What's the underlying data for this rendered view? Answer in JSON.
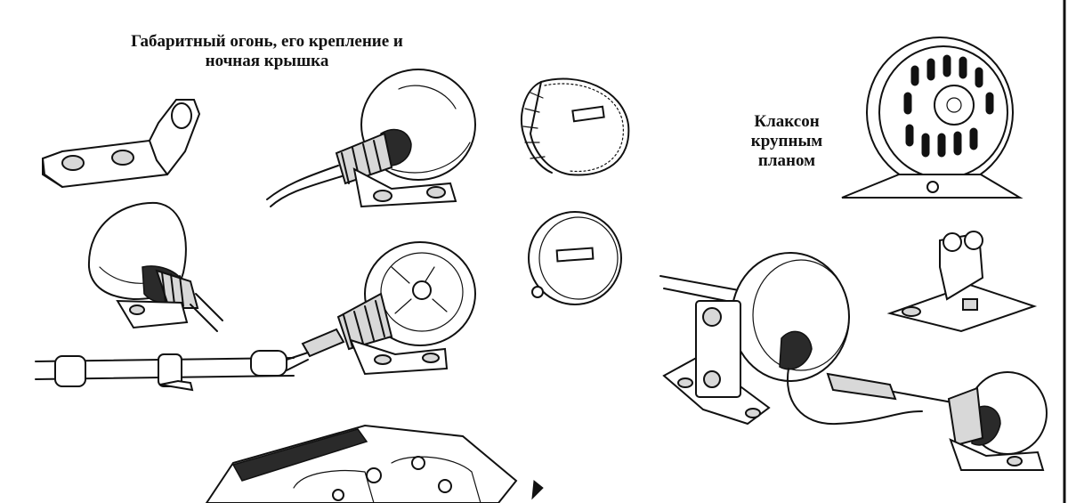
{
  "captions": {
    "marker_light": {
      "line1": "Габаритный огонь, его крепление и",
      "line2": "ночная крышка"
    },
    "horn": {
      "line1": "Клаксон",
      "line2": "крупным",
      "line3": "планом"
    }
  }
}
